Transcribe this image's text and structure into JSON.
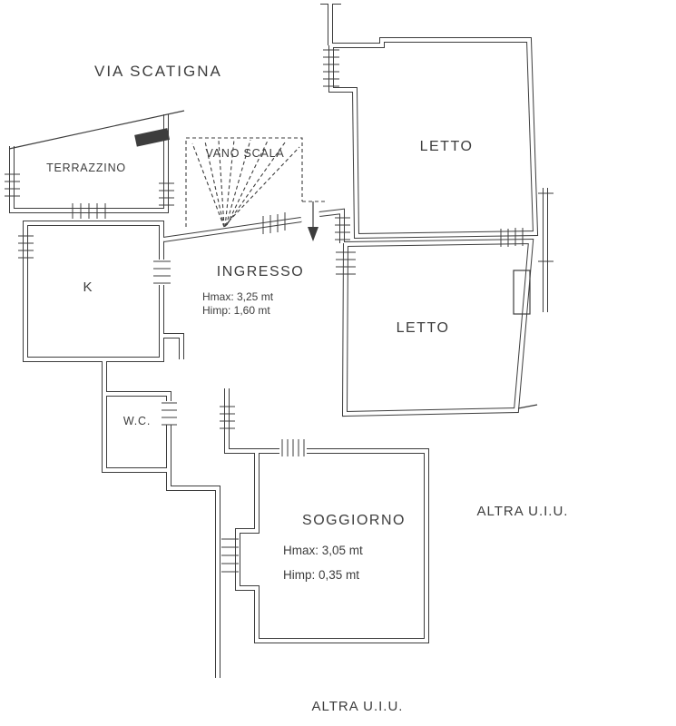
{
  "page": {
    "background": "#ffffff"
  },
  "colors": {
    "line": "#3d3d3d",
    "text": "#3d3d3d"
  },
  "street": {
    "label": "VIA SCATIGNA"
  },
  "rooms": {
    "terrazzino": {
      "label": "TERRAZZINO"
    },
    "vano_scala": {
      "label": "VANO SCALA"
    },
    "letto_nord": {
      "label": "LETTO"
    },
    "letto_sud": {
      "label": "LETTO"
    },
    "cucina": {
      "label": "K"
    },
    "ingresso": {
      "label": "INGRESSO",
      "hmax": "Hmax: 3,25 mt",
      "himp": "Himp: 1,60 mt"
    },
    "wc": {
      "label": "W.C."
    },
    "soggiorno": {
      "label": "SOGGIORNO",
      "hmax": "Hmax: 3,05 mt",
      "himp": "Himp: 0,35 mt"
    }
  },
  "adjacent": {
    "right": "ALTRA U.I.U.",
    "bottom": "ALTRA U.I.U."
  }
}
